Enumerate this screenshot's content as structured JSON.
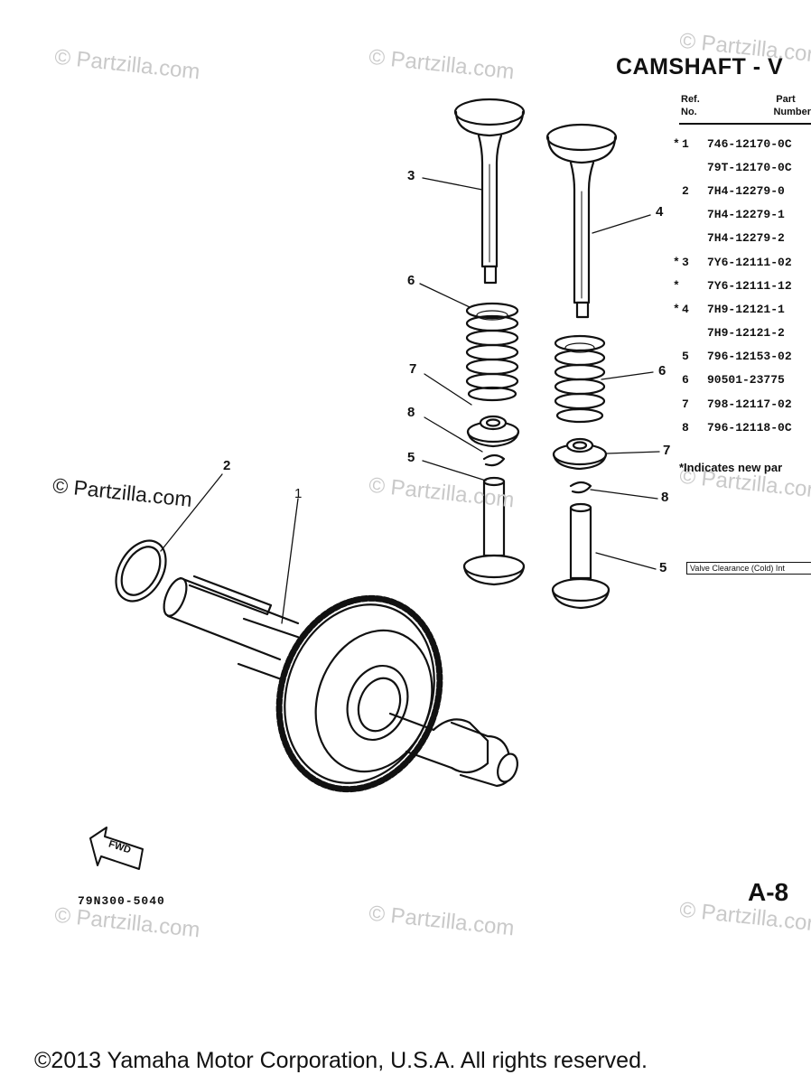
{
  "title": "CAMSHAFT - V",
  "table": {
    "header_ref": [
      "Ref.",
      "No."
    ],
    "header_part": [
      "Part",
      "Number"
    ],
    "rows": [
      {
        "star": "*",
        "ref": "1",
        "part": "746-12170-0C"
      },
      {
        "star": "",
        "ref": "",
        "part": "79T-12170-0C"
      },
      {
        "star": "",
        "ref": "2",
        "part": "7H4-12279-0"
      },
      {
        "star": "",
        "ref": "",
        "part": "7H4-12279-1"
      },
      {
        "star": "",
        "ref": "",
        "part": "7H4-12279-2"
      },
      {
        "star": "*",
        "ref": "3",
        "part": "7Y6-12111-02"
      },
      {
        "star": "*",
        "ref": "",
        "part": "7Y6-12111-12"
      },
      {
        "star": "*",
        "ref": "4",
        "part": "7H9-12121-1"
      },
      {
        "star": "",
        "ref": "",
        "part": "7H9-12121-2"
      },
      {
        "star": "",
        "ref": "5",
        "part": "796-12153-02"
      },
      {
        "star": "",
        "ref": "6",
        "part": "90501-23775"
      },
      {
        "star": "",
        "ref": "7",
        "part": "798-12117-02"
      },
      {
        "star": "",
        "ref": "8",
        "part": "796-12118-0C"
      }
    ],
    "note": "*Indicates new par",
    "clearance": "Valve Clearance (Cold) Int"
  },
  "callouts": {
    "c1": "1",
    "c2": "2",
    "c3": "3",
    "c4": "4",
    "c5_left": "5",
    "c5_right": "5",
    "c6_left": "6",
    "c6_right": "6",
    "c7_left": "7",
    "c7_right": "7",
    "c8_left": "8",
    "c8_right": "8"
  },
  "fwd_label": "FWD",
  "diagram_code": "79N300-5040",
  "page_number": "A-8",
  "watermark": "© Partzilla.com",
  "copyright": "©2013  Yamaha Motor Corporation, U.S.A. All rights reserved."
}
